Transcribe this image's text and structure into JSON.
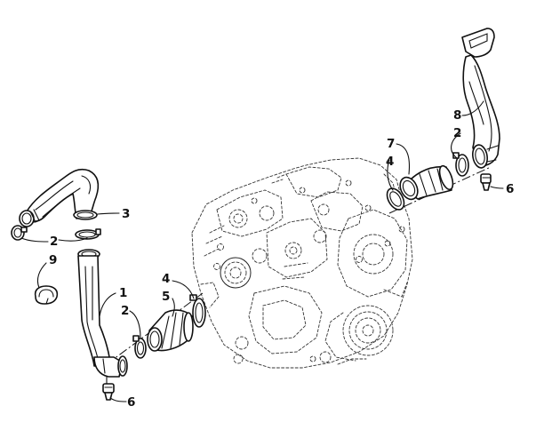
{
  "callouts": [
    {
      "id": "c1",
      "label": "1"
    },
    {
      "id": "c2a",
      "label": "2"
    },
    {
      "id": "c2b",
      "label": "2"
    },
    {
      "id": "c2c",
      "label": "2"
    },
    {
      "id": "c3",
      "label": "3"
    },
    {
      "id": "c4a",
      "label": "4"
    },
    {
      "id": "c4b",
      "label": "4"
    },
    {
      "id": "c5",
      "label": "5"
    },
    {
      "id": "c6a",
      "label": "6"
    },
    {
      "id": "c6b",
      "label": "6"
    },
    {
      "id": "c7",
      "label": "7"
    },
    {
      "id": "c8",
      "label": "8"
    },
    {
      "id": "c9",
      "label": "9"
    }
  ]
}
